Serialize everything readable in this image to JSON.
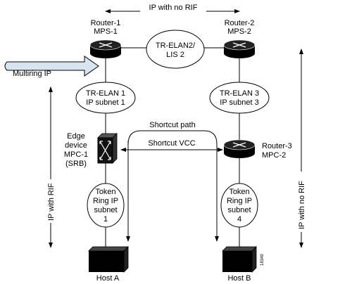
{
  "labels": {
    "top_arrow": "IP with no RIF",
    "router1": [
      "Router-1",
      "MPS-1"
    ],
    "router2": [
      "Router-2",
      "MPS-2"
    ],
    "router3": [
      "Router-3",
      "MPC-2"
    ],
    "elan2": [
      "TR-ELAN2/",
      "LIS 2"
    ],
    "elan1": [
      "TR-ELAN 1",
      "IP subnet 1"
    ],
    "elan3": [
      "TR-ELAN 3",
      "IP subnet 3"
    ],
    "multiring": "Multiring IP",
    "edge": [
      "Edge",
      "device",
      "MPC-1",
      "(SRB)"
    ],
    "shortcut_path": "Shortcut path",
    "shortcut_vcc": "Shortcut VCC",
    "ring1": [
      "Token",
      "Ring IP",
      "subnet",
      "1"
    ],
    "ring4": [
      "Token",
      "Ring IP",
      "subnet",
      "4"
    ],
    "ip_with_rif": "IP with RIF",
    "ip_no_rif_right": "IP with no RIF",
    "hostA": "Host A",
    "hostB": "Host B",
    "figure_code": "18349"
  }
}
